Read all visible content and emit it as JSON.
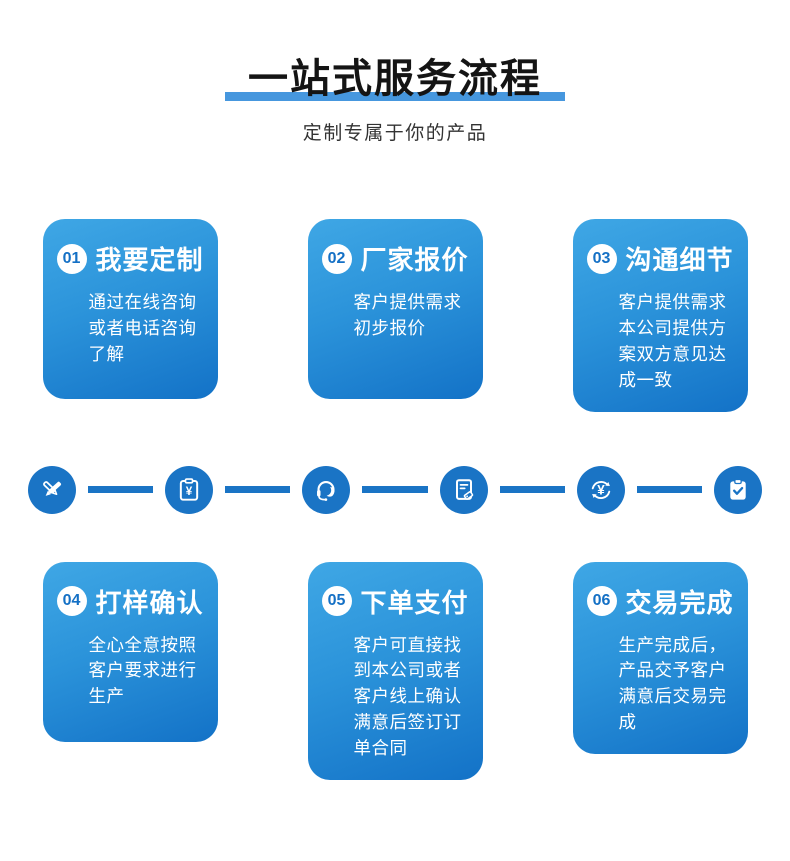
{
  "header": {
    "title": "一站式服务流程",
    "subtitle": "定制专属于你的产品"
  },
  "colors": {
    "title_bar": "#4697de",
    "card_gradient_top": "#3fa7e5",
    "card_gradient_bottom": "#1372c7",
    "node_blue": "#1a74c5",
    "badge_text": "#1470c5"
  },
  "steps": [
    {
      "num": "01",
      "title": "我要定制",
      "desc": "通过在线咨询或者电话咨询了解"
    },
    {
      "num": "02",
      "title": "厂家报价",
      "desc": "客户提供需求初步报价"
    },
    {
      "num": "03",
      "title": "沟通细节",
      "desc": "客户提供需求本公司提供方案双方意见达成一致"
    },
    {
      "num": "04",
      "title": "打样确认",
      "desc": "全心全意按照客户要求进行生产"
    },
    {
      "num": "05",
      "title": "下单支付",
      "desc": "客户可直接找到本公司或者客户线上确认满意后签订订单合同"
    },
    {
      "num": "06",
      "title": "交易完成",
      "desc": "生产完成后，产品交予客户满意后交易完成"
    }
  ],
  "flow_icons": [
    "pen-design-icon",
    "invoice-yen-icon",
    "customer-service-icon",
    "document-tag-icon",
    "yen-exchange-icon",
    "clipboard-check-icon"
  ]
}
